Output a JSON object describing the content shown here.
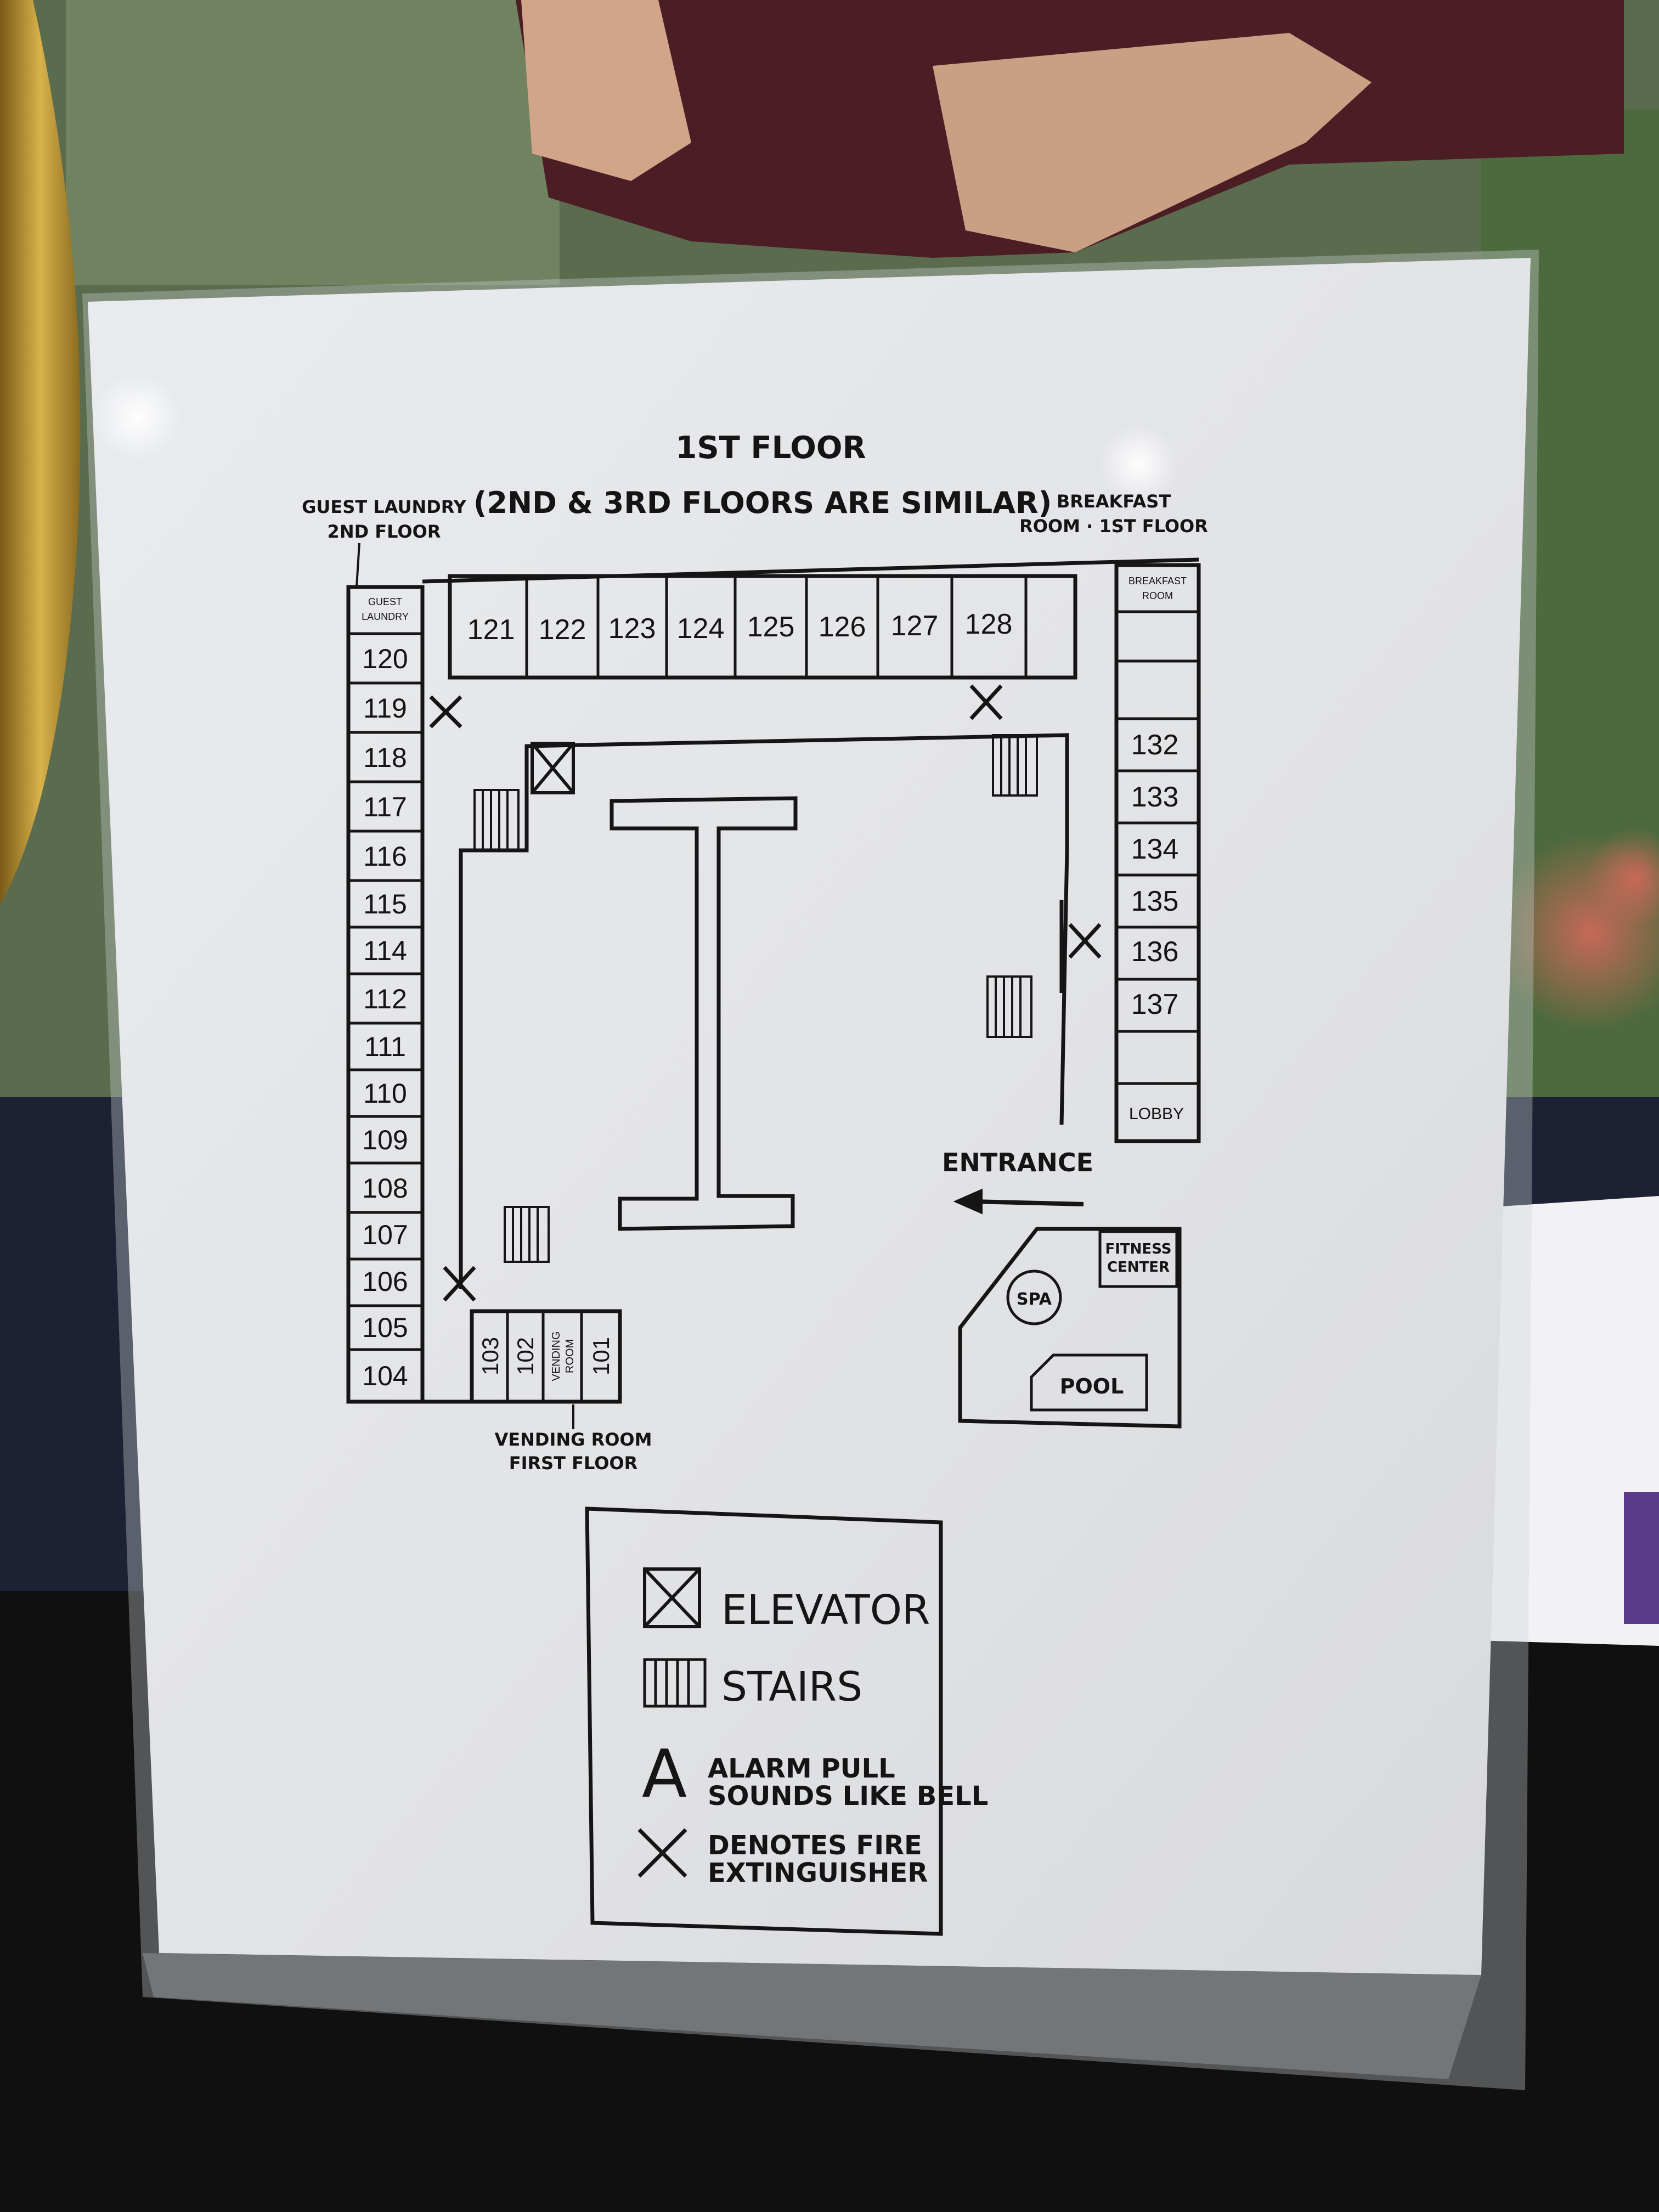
{
  "map": {
    "title": "1ST FLOOR",
    "subtitle": "(2ND & 3RD  FLOORS ARE SIMILAR)",
    "callouts": {
      "guest_laundry_line1": "GUEST LAUNDRY",
      "guest_laundry_line2": "2ND FLOOR",
      "breakfast_line1": "BREAKFAST",
      "breakfast_line2": "ROOM · 1ST FLOOR",
      "vending_line1": "VENDING ROOM",
      "vending_line2": "FIRST FLOOR"
    },
    "rooms": {
      "guest_laundry_small_1": "GUEST",
      "guest_laundry_small_2": "LAUNDRY",
      "breakfast_small_1": "BREAKFAST",
      "breakfast_small_2": "ROOM",
      "r120": "120",
      "r119": "119",
      "r118": "118",
      "r117": "117",
      "r116": "116",
      "r115": "115",
      "r114": "114",
      "r112": "112",
      "r111": "111",
      "r110": "110",
      "r109": "109",
      "r108": "108",
      "r107": "107",
      "r106": "106",
      "r105": "105",
      "r104": "104",
      "r121": "121",
      "r122": "122",
      "r123": "123",
      "r124": "124",
      "r125": "125",
      "r126": "126",
      "r127": "127",
      "r128": "128",
      "r132": "132",
      "r133": "133",
      "r134": "134",
      "r135": "135",
      "r136": "136",
      "r137": "137",
      "lobby": "LOBBY",
      "r103": "103",
      "r102": "102",
      "vending_small_1": "VENDING",
      "vending_small_2": "ROOM",
      "r101": "101",
      "fitness_1": "FITNESS",
      "fitness_2": "CENTER",
      "spa": "SPA",
      "pool": "POOL"
    },
    "entrance": "ENTRANCE",
    "legend": {
      "elevator": "ELEVATOR",
      "stairs": "STAIRS",
      "alarm_symbol": "A",
      "alarm_line1": "ALARM PULL",
      "alarm_line2": "SOUNDS LIKE BELL",
      "extinguisher_line1": "DENOTES FIRE",
      "extinguisher_line2": "EXTINGUISHER"
    }
  }
}
